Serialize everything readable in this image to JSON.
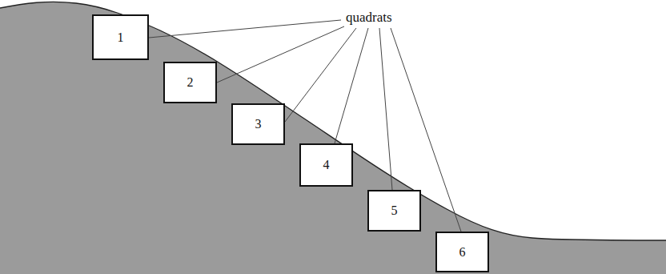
{
  "diagram": {
    "nodes": [
      {
        "text": [
          "1"
        ]
      },
      {
        "text": [
          "2"
        ]
      },
      {
        "text": [
          "3"
        ]
      },
      {
        "text": [
          "4"
        ]
      },
      {
        "text": [
          "5"
        ]
      },
      {
        "text": [
          "6"
        ]
      }
    ],
    "labels": [
      "quadrats"
    ]
  }
}
